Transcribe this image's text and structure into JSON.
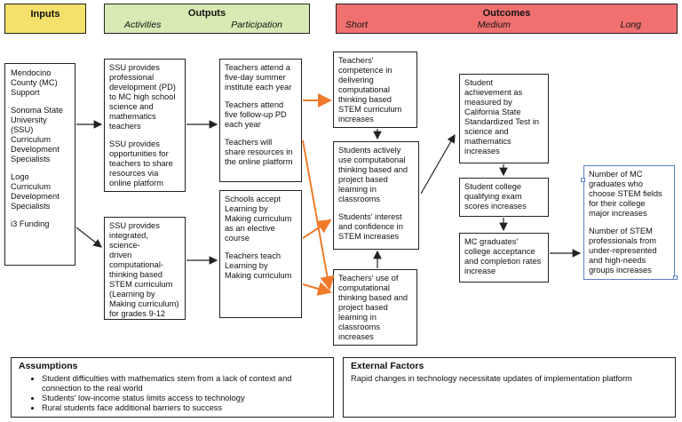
{
  "headers": {
    "inputs": {
      "title": "Inputs",
      "color": "#f4e06a"
    },
    "outputs": {
      "title": "Outputs",
      "activities": "Activities",
      "participation": "Participation",
      "color": "#d8eab3"
    },
    "outcomes": {
      "title": "Outcomes",
      "short": "Short",
      "medium": "Medium",
      "long": "Long",
      "color": "#f07070"
    }
  },
  "inputs_box": [
    "Mendocino\nCounty (MC)\nSupport",
    "Sonoma State\nUniversity\n(SSU)\nCurriculum\nDevelopment\nSpecialists",
    "Logo\nCurriculum\nDevelopment\nSpecialists",
    "i3 Funding"
  ],
  "activities_top": [
    "SSU provides\nprofessional\ndevelopment (PD)\nto MC high school\nscience and\nmathematics\nteachers",
    "SSU provides\nopportunities for\nteachers to share\nresources via\nonline platform"
  ],
  "activities_bottom": [
    "SSU provides\nintegrated, science-\ndriven\ncomputational-\nthinking based\nSTEM curriculum\n(Learning by\nMaking curriculum)\nfor grades 9-12"
  ],
  "participation_top": [
    "Teachers attend a\nfive-day summer\ninstitute each year",
    "Teachers attend\nfive follow-up PD\neach year",
    "Teachers will\nshare resources in\nthe online platform"
  ],
  "participation_bottom": [
    "Schools accept\nLearning by\nMaking curriculum\nas an elective\ncourse",
    "Teachers teach\nLearning by\nMaking curriculum"
  ],
  "short_top": [
    "Teachers'\ncompetence in\ndelivering\ncomputational\nthinking based\nSTEM curriculum\nincreases"
  ],
  "short_mid": [
    "Students actively\nuse computational\nthinking based and\nproject based\nlearning in\nclassrooms",
    "Students' interest\nand confidence in\nSTEM increases"
  ],
  "short_bottom": [
    "Teachers' use of\ncomputational\nthinking based and\nproject based\nlearning in\nclassrooms\nincreases"
  ],
  "medium_1": [
    "Student\nachievement as\nmeasured by\nCalifornia State\nStandardized Test in\nscience and\nmathematics\nincreases"
  ],
  "medium_2": [
    "Student college\nqualifying exam\nscores increases"
  ],
  "medium_3": [
    "MC graduates'\ncollege acceptance\nand completion rates\nincrease"
  ],
  "long_box": [
    "Number of MC\ngraduates who\nchoose STEM fields\nfor their college\nmajor increases",
    "Number of STEM\nprofessionals from\nunder-represented\nand high-needs\ngroups increases"
  ],
  "assumptions": {
    "title": "Assumptions",
    "items": [
      "Student difficulties with mathematics stem from a lack of context and connection to the real world",
      "Students' low-income status limits access to technology",
      "Rural students face additional barriers to success"
    ]
  },
  "external": {
    "title": "External Factors",
    "text": "Rapid changes in technology necessitate updates of implementation platform"
  },
  "colors": {
    "orange_arrow": "#f07a2a",
    "black_arrow": "#222222",
    "long_box_border": "#5b7fc4"
  }
}
